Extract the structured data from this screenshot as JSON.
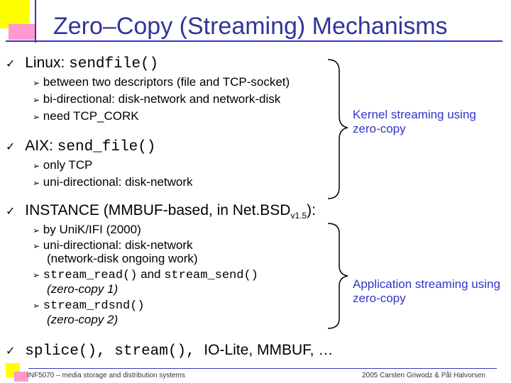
{
  "title": "Zero–Copy (Streaming) Mechanisms",
  "linux": {
    "label": "Linux: ",
    "call": "sendfile()",
    "items": [
      "between two descriptors (file and TCP-socket)",
      "bi-directional: disk-network and network-disk",
      "need TCP_CORK"
    ]
  },
  "aix": {
    "label": "AIX: ",
    "call": "send_file()",
    "items": [
      "only TCP",
      "uni-directional: disk-network"
    ]
  },
  "instance": {
    "label": "INSTANCE (MMBUF-based, in Net.BSD",
    "subscript": "v1.5",
    "suffix": "):",
    "items": [
      "by UniK/IFI (2000)",
      "uni-directional: disk-network",
      "(network-disk ongoing work)",
      "stream_read()",
      " and ",
      "stream_send()",
      "(zero-copy 1)",
      "stream_rdsnd()",
      "(zero-copy 2)"
    ]
  },
  "last": {
    "code": "splice(), stream(), ",
    "text": "IO-Lite, MMBUF, …"
  },
  "notes": {
    "kernel": "Kernel streaming using zero-copy",
    "application": "Application streaming using zero-copy"
  },
  "footer": {
    "left": "INF5070 – media storage and distribution systems",
    "right": "2005  Carsten Griwodz & Pål Halvorsen"
  },
  "colors": {
    "title": "#333399",
    "note": "#3333cc",
    "accent_yellow": "#ffff00",
    "accent_pink": "#ff99cc"
  }
}
